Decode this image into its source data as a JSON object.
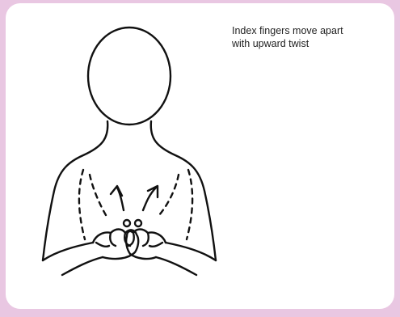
{
  "instruction": {
    "line1": "Index fingers move apart",
    "line2": "with upward twist"
  },
  "illustration": {
    "subject": "person signing with both hands in front of chest",
    "icon": "sign-language-figure"
  },
  "colors": {
    "border": "#e9c7e2",
    "card": "#ffffff",
    "ink": "#111111"
  }
}
